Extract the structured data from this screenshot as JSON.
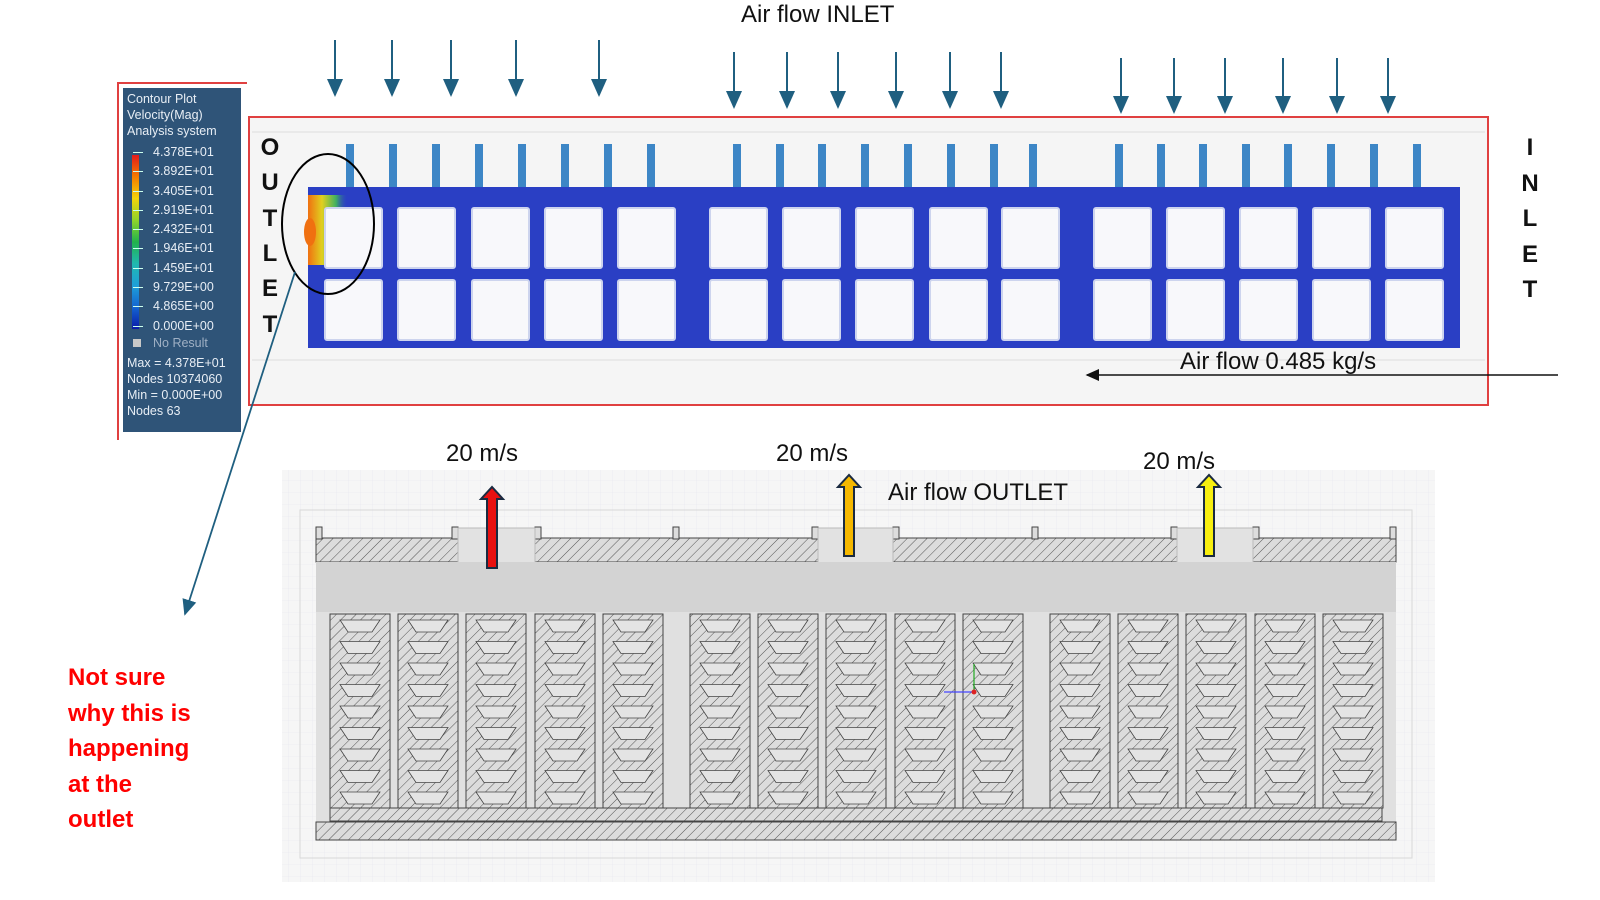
{
  "title": "Air flow INLET",
  "legend": {
    "header": [
      "Contour Plot",
      "Velocity(Mag)",
      "Analysis system"
    ],
    "levels": [
      "4.378E+01",
      "3.892E+01",
      "3.405E+01",
      "2.919E+01",
      "2.432E+01",
      "1.946E+01",
      "1.459E+01",
      "9.729E+00",
      "4.865E+00",
      "0.000E+00"
    ],
    "no_result": "No Result",
    "stats": [
      "Max =  4.378E+01",
      "Nodes 10374060",
      "Min =  0.000E+00",
      "Nodes 63"
    ]
  },
  "outlet_letters": [
    "O",
    "U",
    "T",
    "L",
    "E",
    "T"
  ],
  "inlet_letters": [
    "I",
    "N",
    "L",
    "E",
    "T"
  ],
  "mass_flow_label": "Air flow  0.485 kg/s",
  "outlet_label": "Air flow OUTLET",
  "velocity_labels": [
    "20 m/s",
    "20 m/s",
    "20 m/s"
  ],
  "note_lines": [
    "Not sure",
    "why this is",
    "happening",
    "at the",
    "outlet"
  ],
  "colors": {
    "arrow": "#1f5f80",
    "frame": "#e04040",
    "domain": "#2a3fc4",
    "note": "#ff0000",
    "outlet_arrows": [
      "#e81010",
      "#f5b800",
      "#f7ef10"
    ]
  }
}
